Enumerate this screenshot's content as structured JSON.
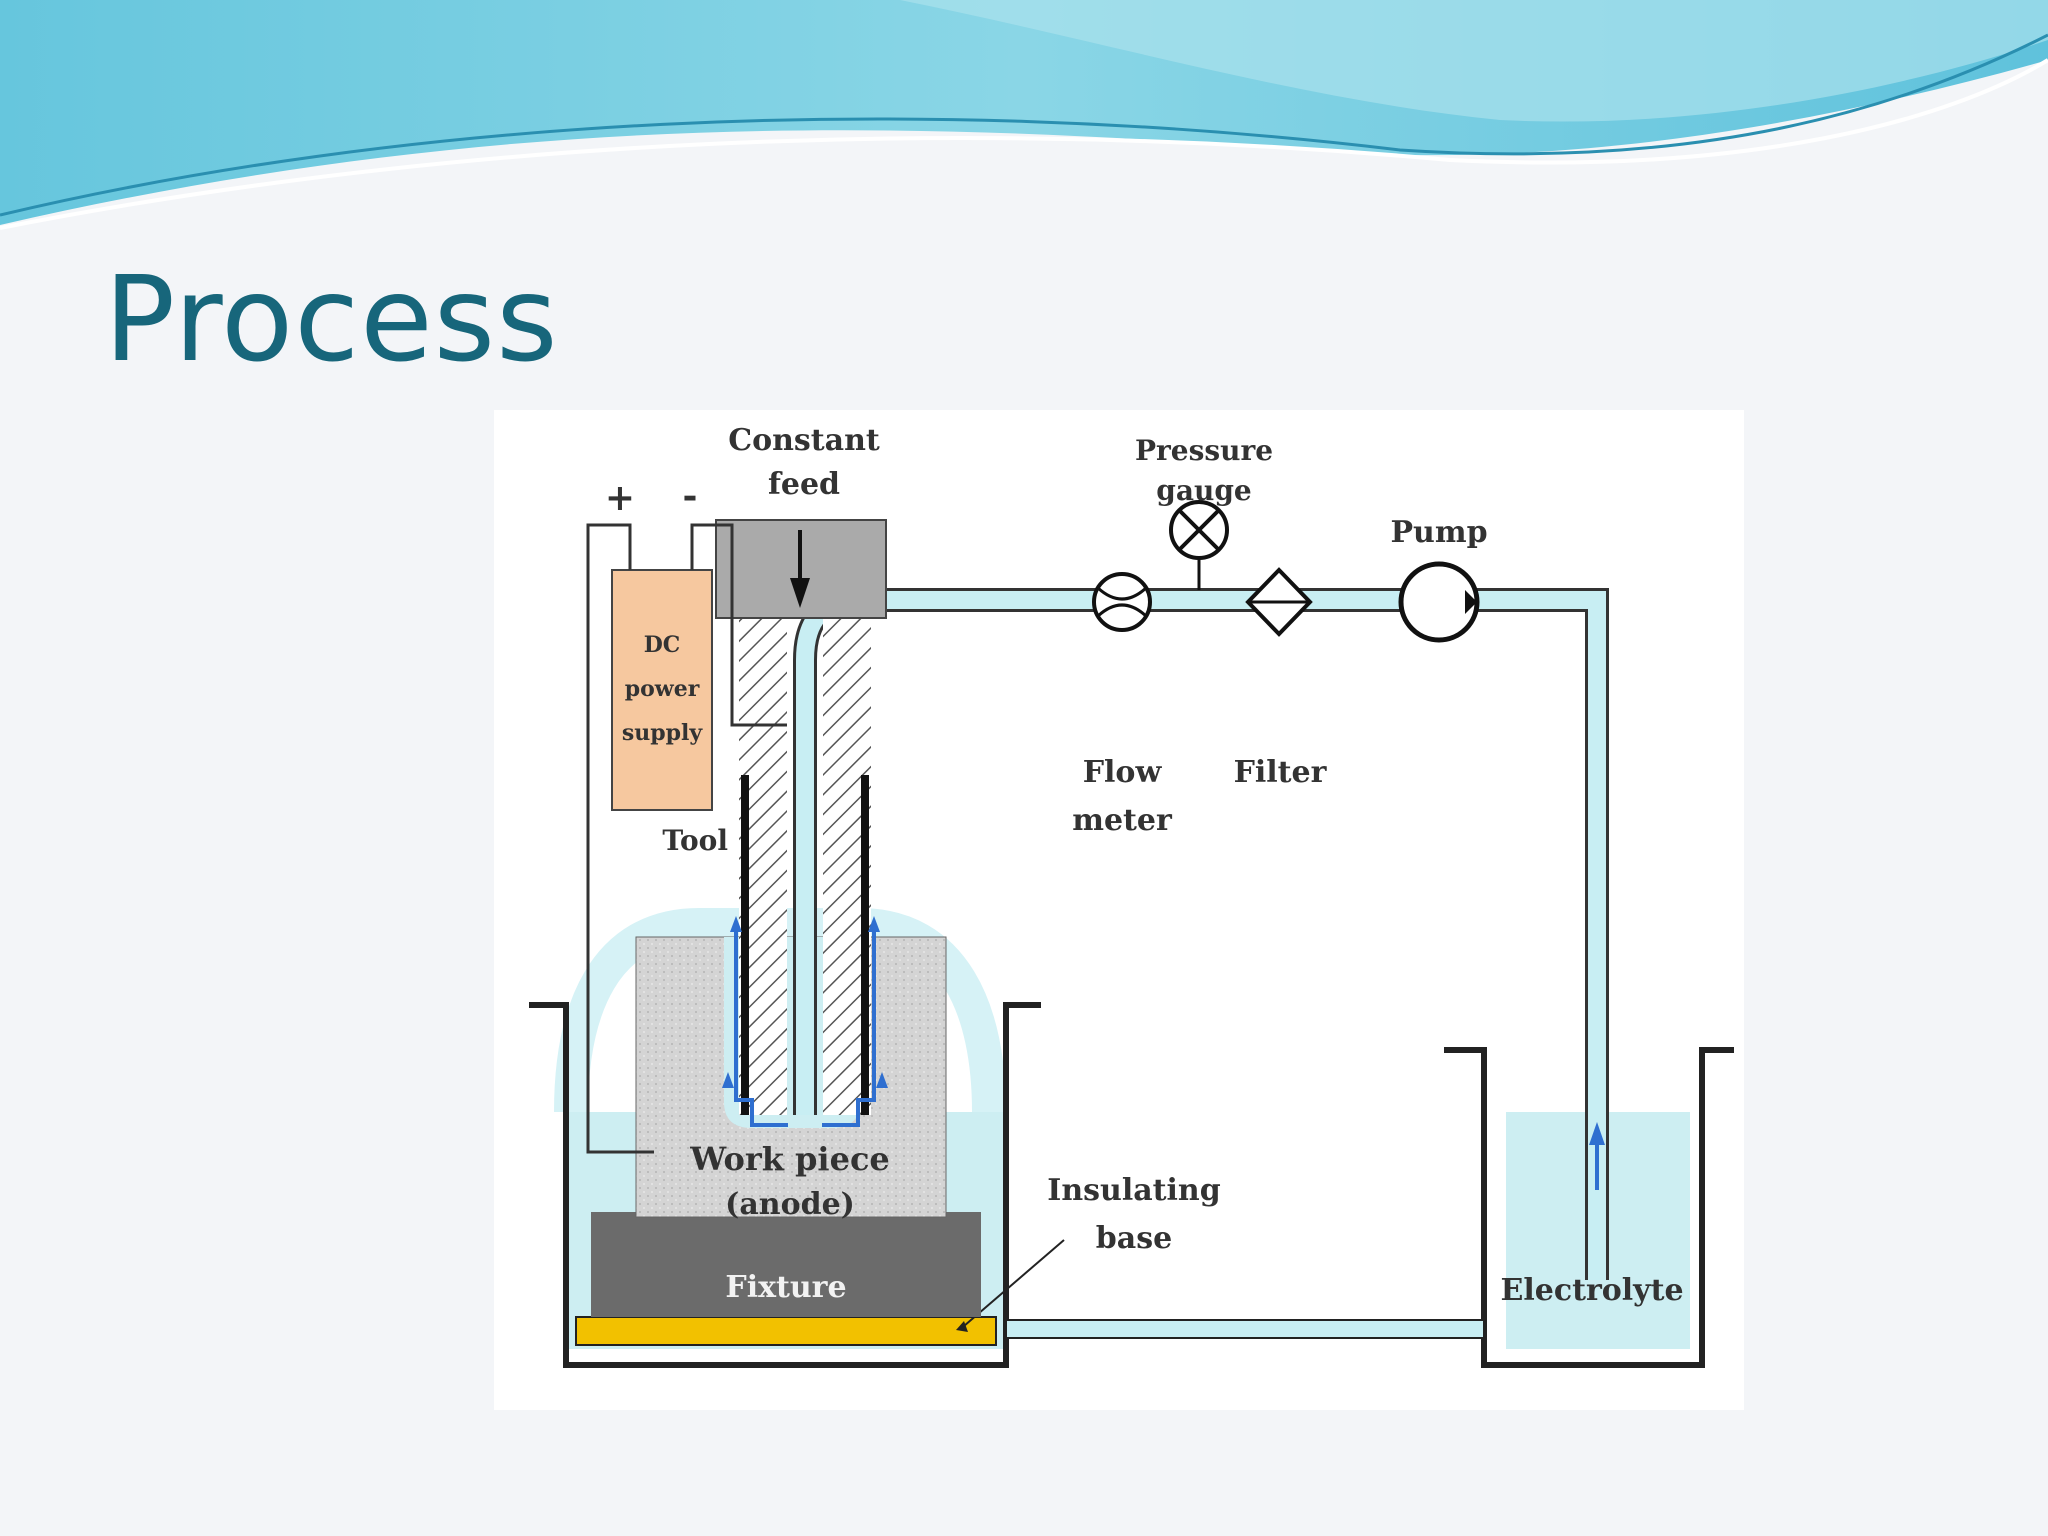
{
  "slide": {
    "title": "Process"
  },
  "diagram": {
    "labels": {
      "plus": "+",
      "minus": "-",
      "constant_feed_line1": "Constant",
      "constant_feed_line2": "feed",
      "pressure_gauge_line1": "Pressure",
      "pressure_gauge_line2": "gauge",
      "pump": "Pump",
      "dc_line1": "DC",
      "dc_line2": "power",
      "dc_line3": "supply",
      "tool": "Tool",
      "flow_meter_line1": "Flow",
      "flow_meter_line2": "meter",
      "filter": "Filter",
      "workpiece_line1": "Work piece",
      "workpiece_line2": "(anode)",
      "insulating_base_line1": "Insulating",
      "insulating_base_line2": "base",
      "fixture": "Fixture",
      "electrolyte": "Electrolyte"
    },
    "colors": {
      "title": "#17667b",
      "electrolyte": "#cdeef2",
      "pipe": "#c8eef3",
      "power_supply": "#f6c89f",
      "workpiece": "#d4d4d4",
      "fixture": "#6b6b6b",
      "insulating_base": "#f2c100",
      "flow_arrow": "#2f6fd0",
      "outline": "#222222"
    },
    "icons": [
      "flow-meter-icon",
      "pressure-gauge-icon",
      "filter-icon",
      "pump-icon"
    ]
  }
}
